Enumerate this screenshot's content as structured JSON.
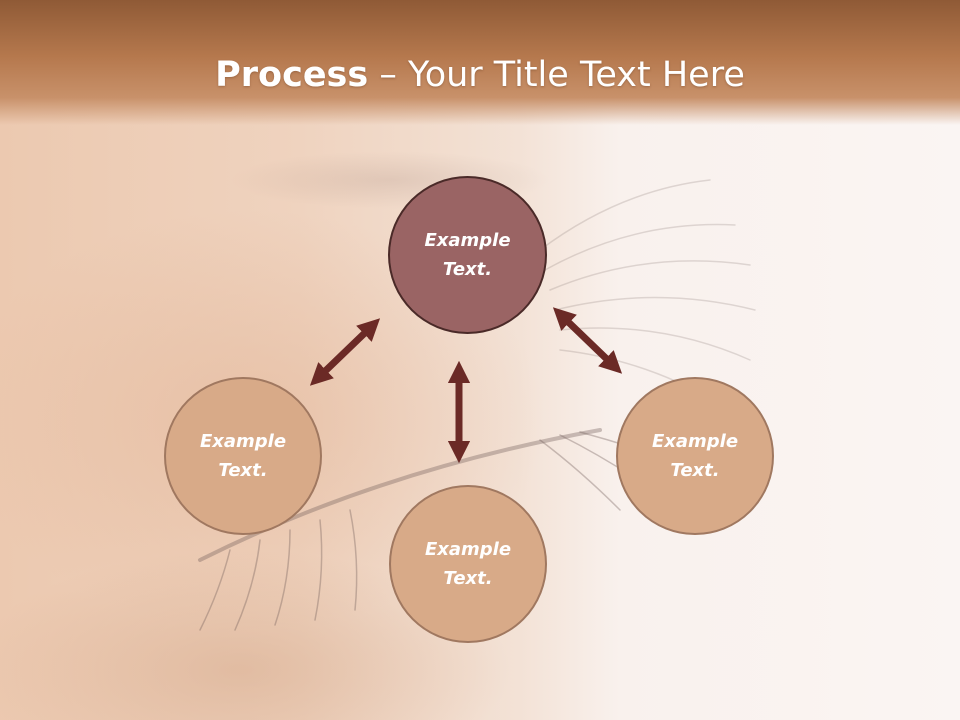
{
  "title": {
    "bold": "Process",
    "rest": " – Your Title Text Here"
  },
  "nodes": {
    "center": "Example\nText.",
    "left": "Example\nText.",
    "right": "Example\nText.",
    "bottom": "Example\nText."
  },
  "colors": {
    "header": "#b5784d",
    "center_fill": "#9a6464",
    "side_fill": "#d8aa88",
    "arrow": "#6b2a26"
  }
}
